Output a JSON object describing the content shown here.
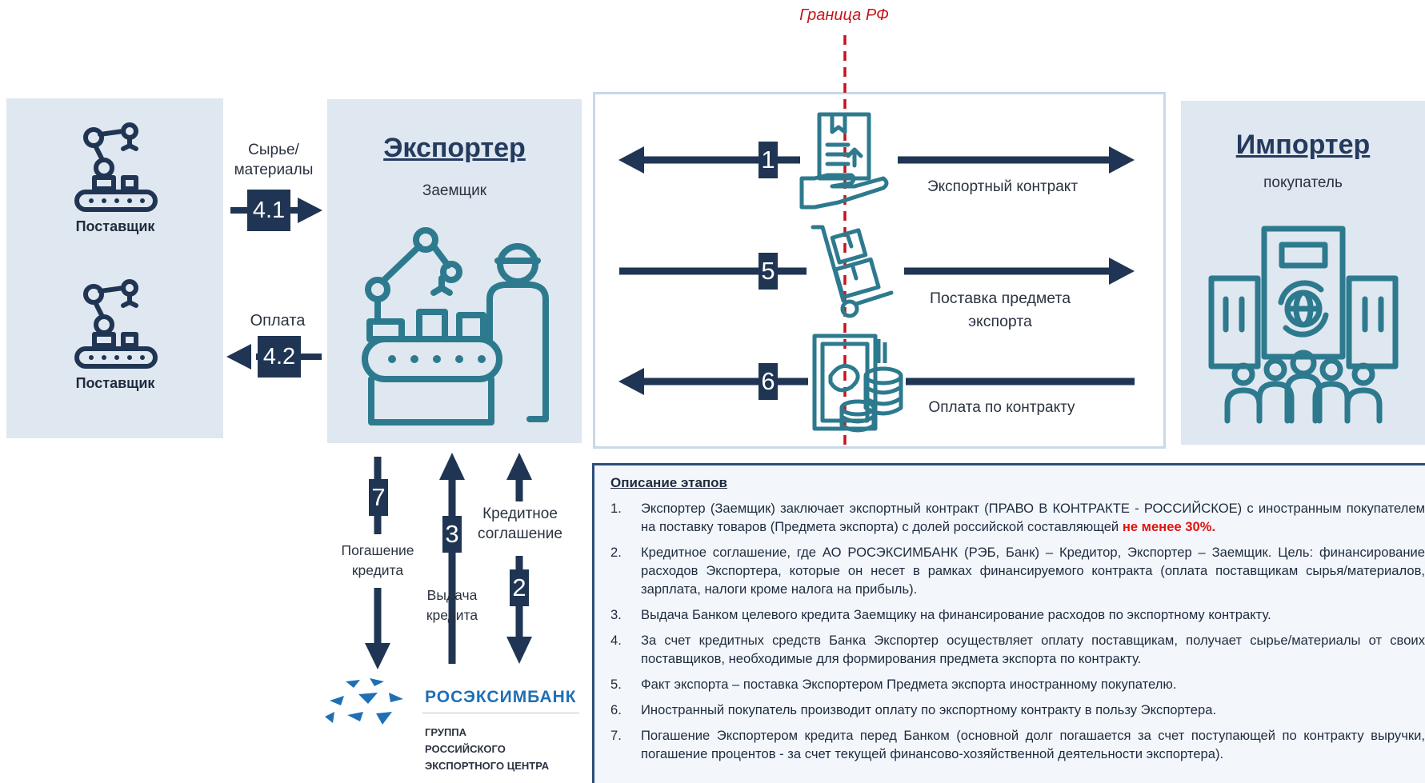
{
  "border": {
    "label": "Граница РФ",
    "color": "#c4161c"
  },
  "suppliers": [
    {
      "label": "Поставщик"
    },
    {
      "label": "Поставщик"
    }
  ],
  "supplier_flows": [
    {
      "num": "4.1",
      "label": "Сырье/ материалы",
      "direction": "right"
    },
    {
      "num": "4.2",
      "label": "Оплата",
      "direction": "left"
    }
  ],
  "exporter": {
    "title": "Экспортер",
    "subtitle": "Заемщик"
  },
  "importer": {
    "title": "Импортер",
    "subtitle": "покупатель"
  },
  "flows": [
    {
      "num": "1",
      "label": "Экспортный контракт",
      "icon": "contract-hand-icon"
    },
    {
      "num": "5",
      "label": "Поставка предмета экспорта",
      "icon": "hand-truck-icon"
    },
    {
      "num": "6",
      "label": "Оплата по контракту",
      "icon": "money-coins-icon"
    }
  ],
  "bank_flows": [
    {
      "num": "7",
      "label": "Погашение кредита",
      "direction": "down"
    },
    {
      "num": "3",
      "label": "Выдача кредита",
      "direction": "up"
    },
    {
      "num": "2",
      "label": "Кредитное соглашение",
      "direction": "both"
    }
  ],
  "bank": {
    "name": "РОСЭКСИМБАНК",
    "group_lines": [
      "ГРУППА",
      "РОССИЙСКОГО",
      "ЭКСПОРТНОГО ЦЕНТРА"
    ]
  },
  "description": {
    "title": "Описание этапов",
    "items": [
      {
        "n": "1.",
        "text": "Экспортер (Заемщик) заключает экспортный контракт (ПРАВО В КОНТРАКТЕ - РОССИЙСКОЕ) с иностранным покупателем на поставку товаров (Предмета экспорта) с долей российской составляющей ",
        "highlight": "не менее 30%."
      },
      {
        "n": "2.",
        "text": "Кредитное соглашение, где АО РОСЭКСИМБАНК (РЭБ, Банк) – Кредитор, Экспортер – Заемщик. Цель: финансирование расходов Экспортера, которые он несет в рамках финансируемого контракта (оплата поставщикам сырья/материалов, зарплата, налоги кроме налога на прибыль)."
      },
      {
        "n": "3.",
        "text": "Выдача Банком целевого кредита Заемщику на финансирование расходов по экспортному контракту."
      },
      {
        "n": "4.",
        "text": "За счет кредитных средств Банка Экспортер осуществляет оплату поставщикам, получает сырье/материалы от своих поставщиков, необходимые для формирования предмета экспорта по контракту."
      },
      {
        "n": "5.",
        "text": "Факт экспорта – поставка Экспортером Предмета экспорта иностранному покупателю."
      },
      {
        "n": "6.",
        "text": "Иностранный покупатель производит оплату по экспортному контракту в пользу Экспортера."
      },
      {
        "n": "7.",
        "text": "Погашение Экспортером кредита перед Банком (основной долг погашается за счет поступающей по контракту выручки, погашение процентов - за счет текущей финансово-хозяйственной деятельности экспортера)."
      }
    ]
  },
  "colors": {
    "navy": "#1f3553",
    "teal": "#2d7a8e",
    "panel": "#dfe7f0",
    "red": "#e0140f"
  }
}
